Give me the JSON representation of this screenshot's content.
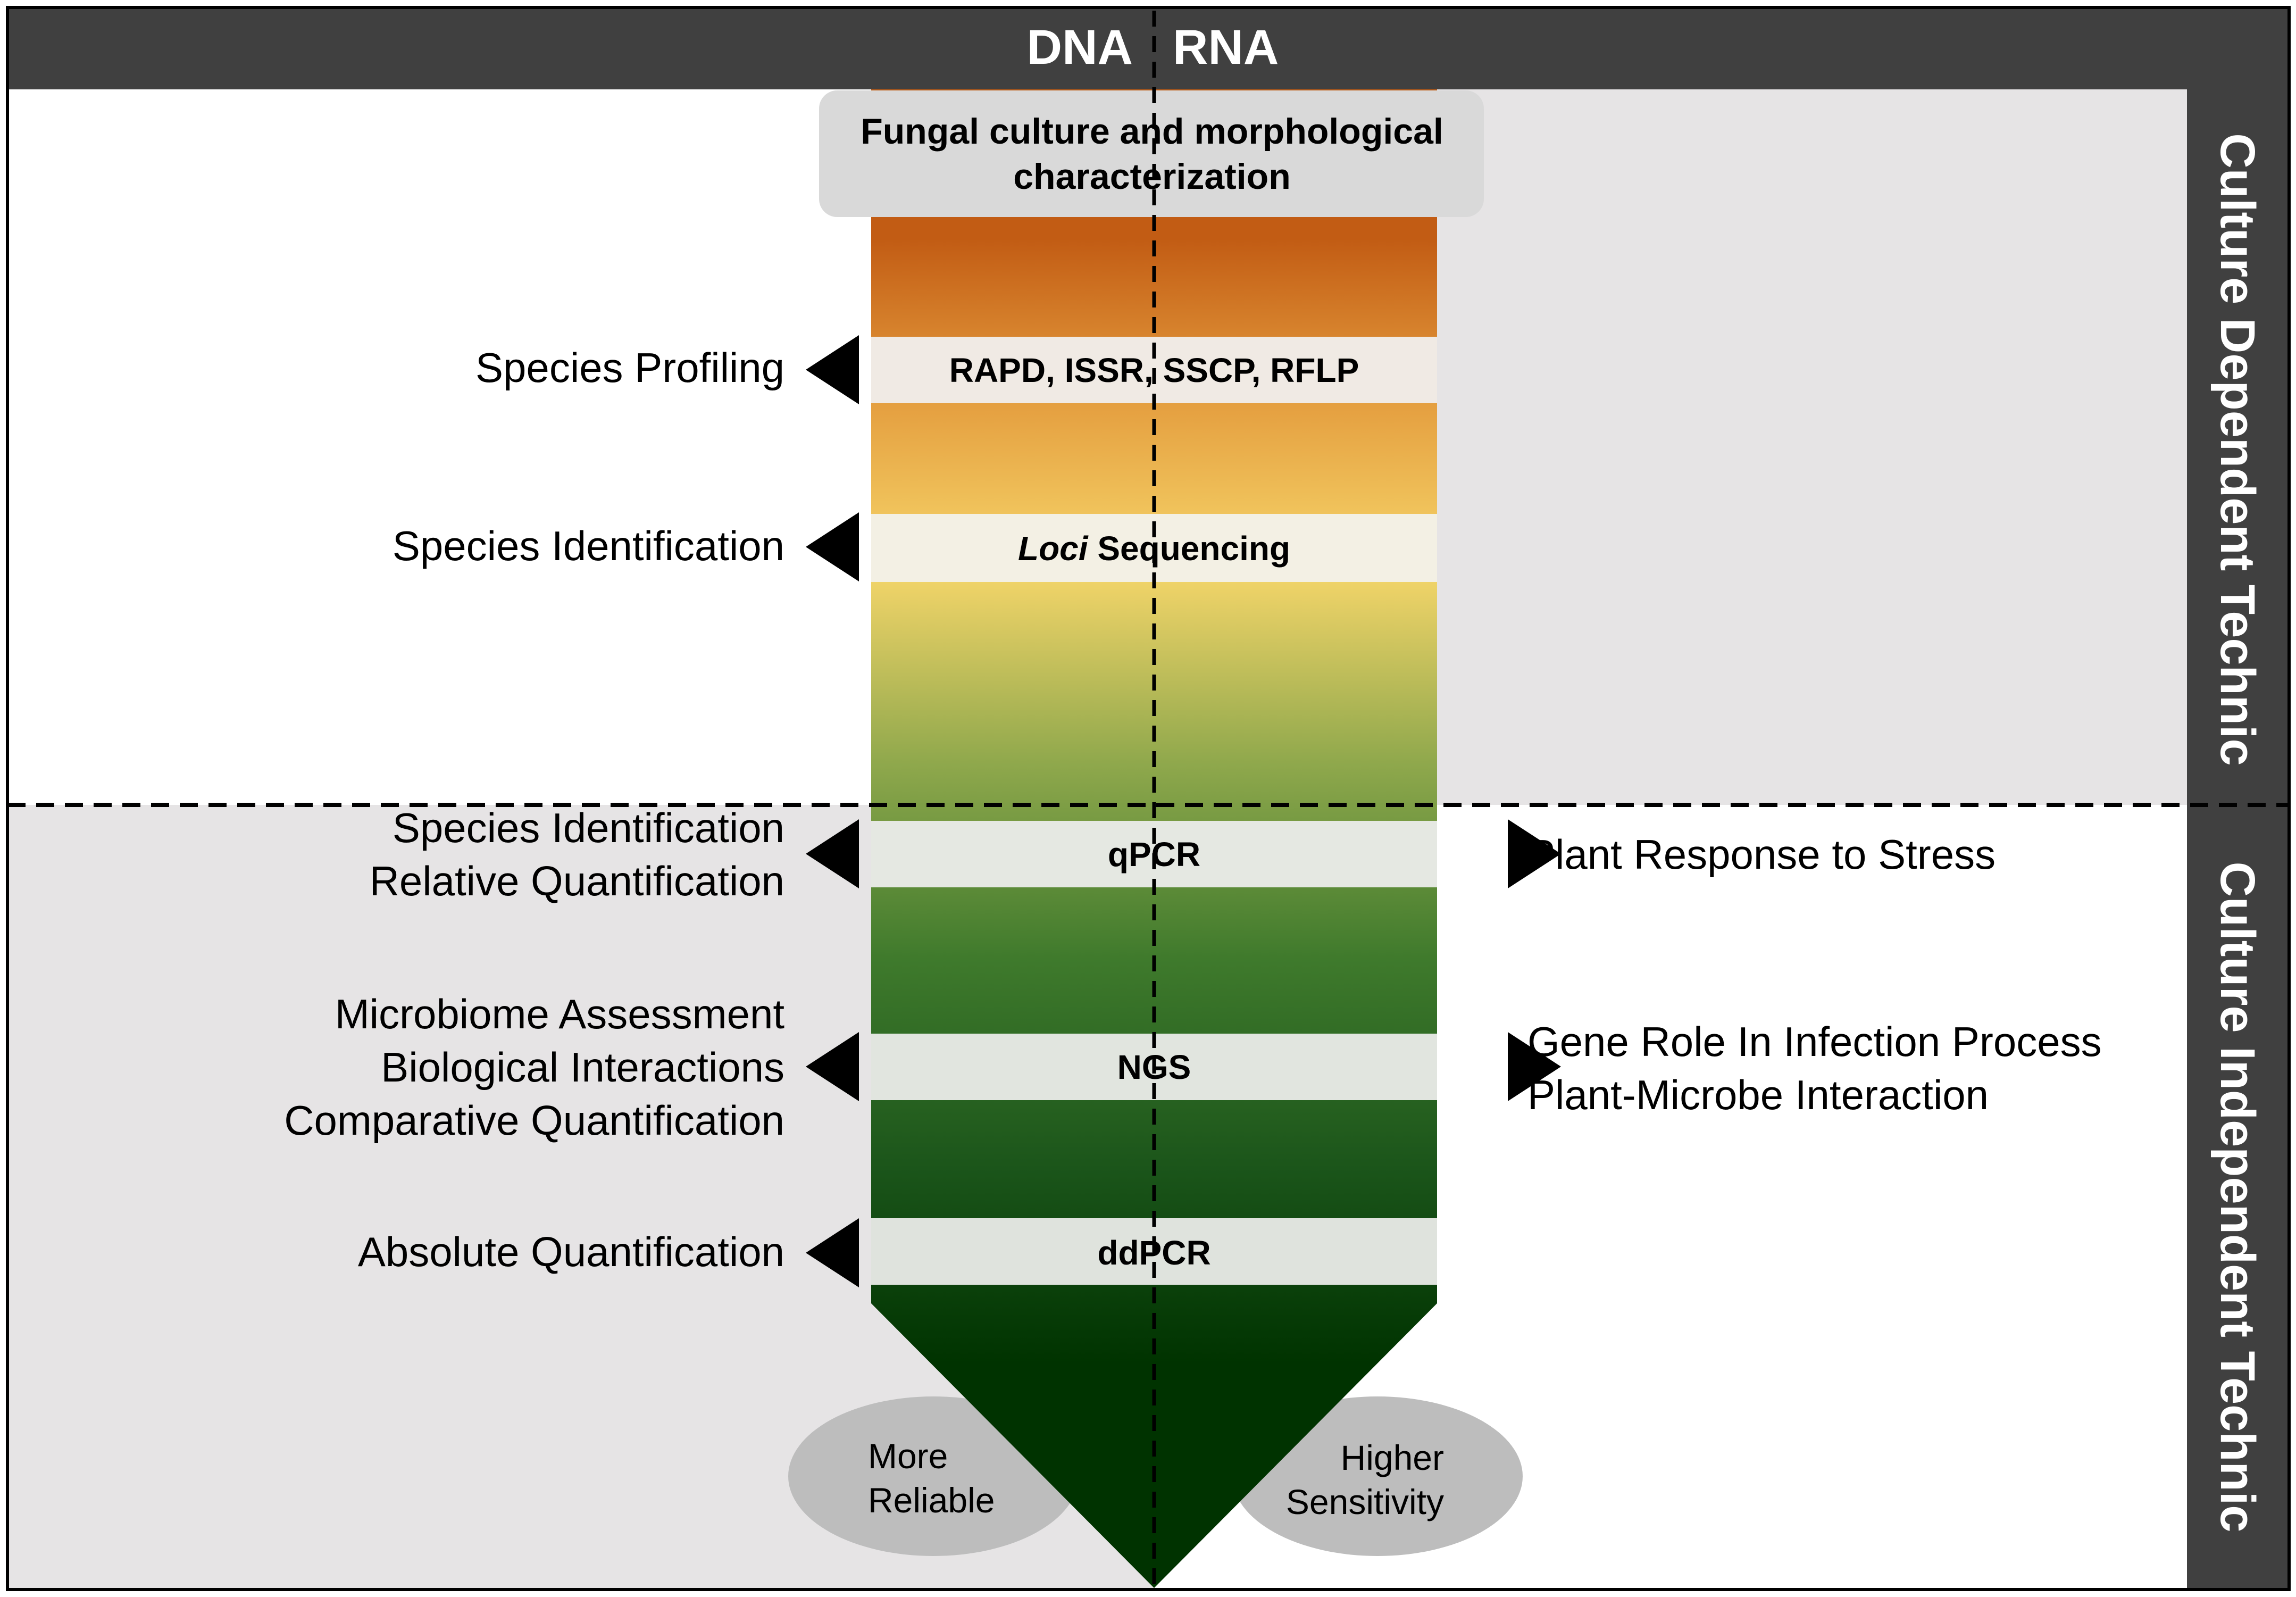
{
  "header": {
    "left": "DNA",
    "right": "RNA"
  },
  "side_labels": {
    "top": "Culture Dependent Technic",
    "bottom": "Culture Independent Technic"
  },
  "top_box": {
    "line1": "Fungal culture and morphological",
    "line2": "characterization"
  },
  "bands": {
    "rapd": "RAPD, ISSR, SSCP, RFLP",
    "loci_italic": "Loci",
    "loci_rest": " Sequencing",
    "qpcr": "qPCR",
    "ngs": "NGS",
    "ddpcr": "ddPCR"
  },
  "left_labels": {
    "rapd": [
      "Species Profiling"
    ],
    "loci": [
      "Species Identification"
    ],
    "qpcr": [
      "Species Identification",
      "Relative Quantification"
    ],
    "ngs": [
      "Microbiome Assessment",
      "Biological Interactions",
      "Comparative Quantification"
    ],
    "ddpcr": [
      "Absolute Quantification"
    ]
  },
  "right_labels": {
    "qpcr": [
      "Plant Response to Stress"
    ],
    "ngs": [
      "Gene Role In Infection Process",
      "Plant-Microbe Interaction"
    ]
  },
  "bottom_ovals": {
    "left": [
      "More",
      "Reliable"
    ],
    "right": [
      "Higher",
      "Sensitivity"
    ]
  },
  "colors": {
    "header_bg": "#404040",
    "side_bar_bg": "#404040",
    "shaded_bg": "#e6e4e5",
    "band_bg": "#e8e9e4",
    "arrow_top": "#c05b12",
    "arrow_bottom": "#003300",
    "oval": "#bdbdbd"
  }
}
